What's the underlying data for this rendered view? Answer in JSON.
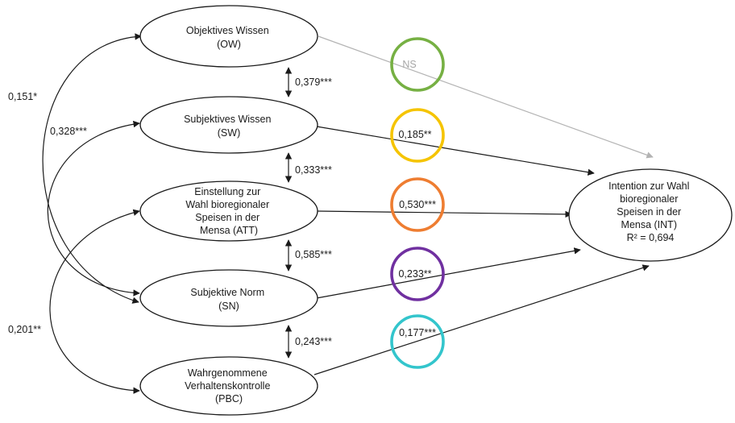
{
  "nodes": {
    "ow": {
      "lines": [
        "Objektives Wissen",
        "(OW)"
      ]
    },
    "sw": {
      "lines": [
        "Subjektives Wissen",
        "(SW)"
      ]
    },
    "att": {
      "lines": [
        "Einstellung zur",
        "Wahl bioregionaler",
        "Speisen in der",
        "Mensa (ATT)"
      ]
    },
    "sn": {
      "lines": [
        "Subjektive Norm",
        "(SN)"
      ]
    },
    "pbc": {
      "lines": [
        "Wahrgenommene",
        "Verhaltenskontrolle",
        "(PBC)"
      ]
    },
    "int": {
      "lines": [
        "Intention zur Wahl",
        "bioregionaler",
        "Speisen in der",
        "Mensa (INT)",
        "R² = 0,694"
      ]
    }
  },
  "paths": [
    {
      "from": "OW",
      "label": "NS",
      "significant": false,
      "ring_color": "#76b043"
    },
    {
      "from": "SW",
      "label": "0,185**",
      "significant": true,
      "ring_color": "#f5c400"
    },
    {
      "from": "ATT",
      "label": "0,530***",
      "significant": true,
      "ring_color": "#ee7d31"
    },
    {
      "from": "SN",
      "label": "0,233**",
      "significant": true,
      "ring_color": "#7030a0"
    },
    {
      "from": "PBC",
      "label": "0,177***",
      "significant": true,
      "ring_color": "#33c5cc"
    }
  ],
  "adjacent_correlations": [
    {
      "between": [
        "OW",
        "SW"
      ],
      "label": "0,379***"
    },
    {
      "between": [
        "SW",
        "ATT"
      ],
      "label": "0,333***"
    },
    {
      "between": [
        "ATT",
        "SN"
      ],
      "label": "0,585***"
    },
    {
      "between": [
        "SN",
        "PBC"
      ],
      "label": "0,243***"
    }
  ],
  "outer_correlations": [
    {
      "between": [
        "OW",
        "SN"
      ],
      "label": "0,151*"
    },
    {
      "between": [
        "SW",
        "SN"
      ],
      "label": "0,328***"
    },
    {
      "between": [
        "ATT",
        "PBC"
      ],
      "label": "0,201**"
    }
  ],
  "colors": {
    "line": "#1a1a1a",
    "ns_line": "#b3b3b3",
    "ns_text": "#a6a6a6"
  }
}
